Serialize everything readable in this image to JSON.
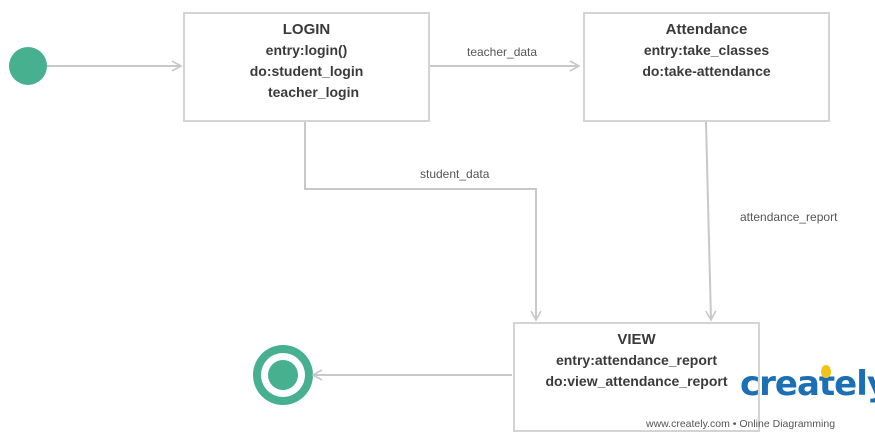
{
  "states": {
    "login": {
      "title": "LOGIN",
      "lines": [
        "entry:login()",
        "do:student_login",
        "teacher_login"
      ]
    },
    "attendance": {
      "title": "Attendance",
      "lines": [
        "entry:take_classes",
        "do:take-attendance"
      ]
    },
    "view": {
      "title": "VIEW",
      "lines": [
        "entry:attendance_report",
        "do:view_attendance_report"
      ]
    }
  },
  "transitions": {
    "teacher_data": "teacher_data",
    "student_data": "student_data",
    "attendance_report": "attendance_report"
  },
  "colors": {
    "node_fill": "#46b08f",
    "edge": "#c8c8c8",
    "brand_blue": "#1a6fb5",
    "brand_bulb": "#f2c318"
  },
  "watermark": {
    "brand": "creately",
    "tagline": "www.creately.com • Online Diagramming"
  }
}
